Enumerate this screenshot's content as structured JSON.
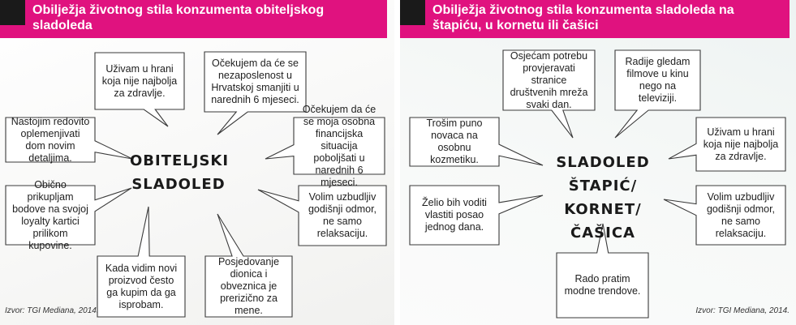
{
  "left": {
    "title": "Obilježja životnog stila konzumenta obiteljskog sladoleda",
    "center": [
      "OBITELJSKI",
      "SLADOLED"
    ],
    "source": "Izvor: TGI Mediana, 2014.",
    "nodes": [
      {
        "text": "Uživam u hrani koja nije najbolja za zdravlje."
      },
      {
        "text": "Očekujem da će se nezaposlenost u Hrvatskoj smanjiti u narednih 6 mjeseci."
      },
      {
        "text": "Nastojim redovito oplemenjivati dom novim detaljima."
      },
      {
        "text": "Očekujem da će se moja osobna financijska situacija poboljšati u narednih 6 mjeseci."
      },
      {
        "text": "Obično prikupljam bodove na svojoj loyalty kartici prilikom kupovine."
      },
      {
        "text": "Volim uzbudljiv godišnji odmor, ne samo relaksaciju."
      },
      {
        "text": "Kada vidim novi proizvod često ga kupim da ga isprobam."
      },
      {
        "text": "Posjedovanje dionica i obveznica je prerizično za mene."
      }
    ]
  },
  "right": {
    "title": "Obilježja životnog stila konzumenta sladoleda na štapiću, u kornetu ili čašici",
    "center": [
      "SLADOLED",
      "ŠTAPIĆ/",
      "KORNET/ČAŠICA"
    ],
    "source": "Izvor: TGI Mediana, 2014.",
    "nodes": [
      {
        "text": "Osjećam potrebu provjeravati stranice društvenih mreža svaki dan."
      },
      {
        "text": "Radije gledam filmove u kinu nego na televiziji."
      },
      {
        "text": "Trošim puno novaca na osobnu kozmetiku."
      },
      {
        "text": "Uživam u hrani koja nije najbolja za zdravlje."
      },
      {
        "text": "Želio bih voditi vlastiti posao jednog dana."
      },
      {
        "text": "Volim uzbudljiv godišnji odmor, ne samo relaksaciju."
      },
      {
        "text": "Rado pratim modne trendove."
      }
    ]
  }
}
